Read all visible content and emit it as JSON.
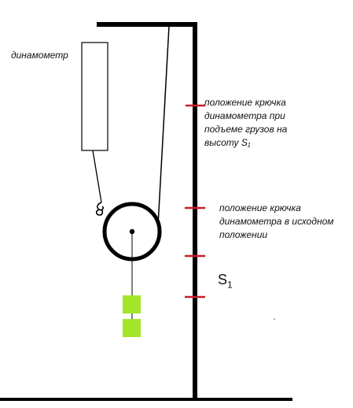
{
  "labels": {
    "dynamometer": "динамометр",
    "hook_raised": [
      "положение крючка",
      "динамометра при",
      "подъеме грузов на",
      "высоту S₁"
    ],
    "hook_initial": [
      "положение крючка",
      "динамометра в исходном",
      "положении"
    ],
    "s1_main": "S",
    "s1_sub": "1"
  },
  "colors": {
    "line": "#000000",
    "marks": "#cc1d2a",
    "weights": "#a4e52a"
  }
}
